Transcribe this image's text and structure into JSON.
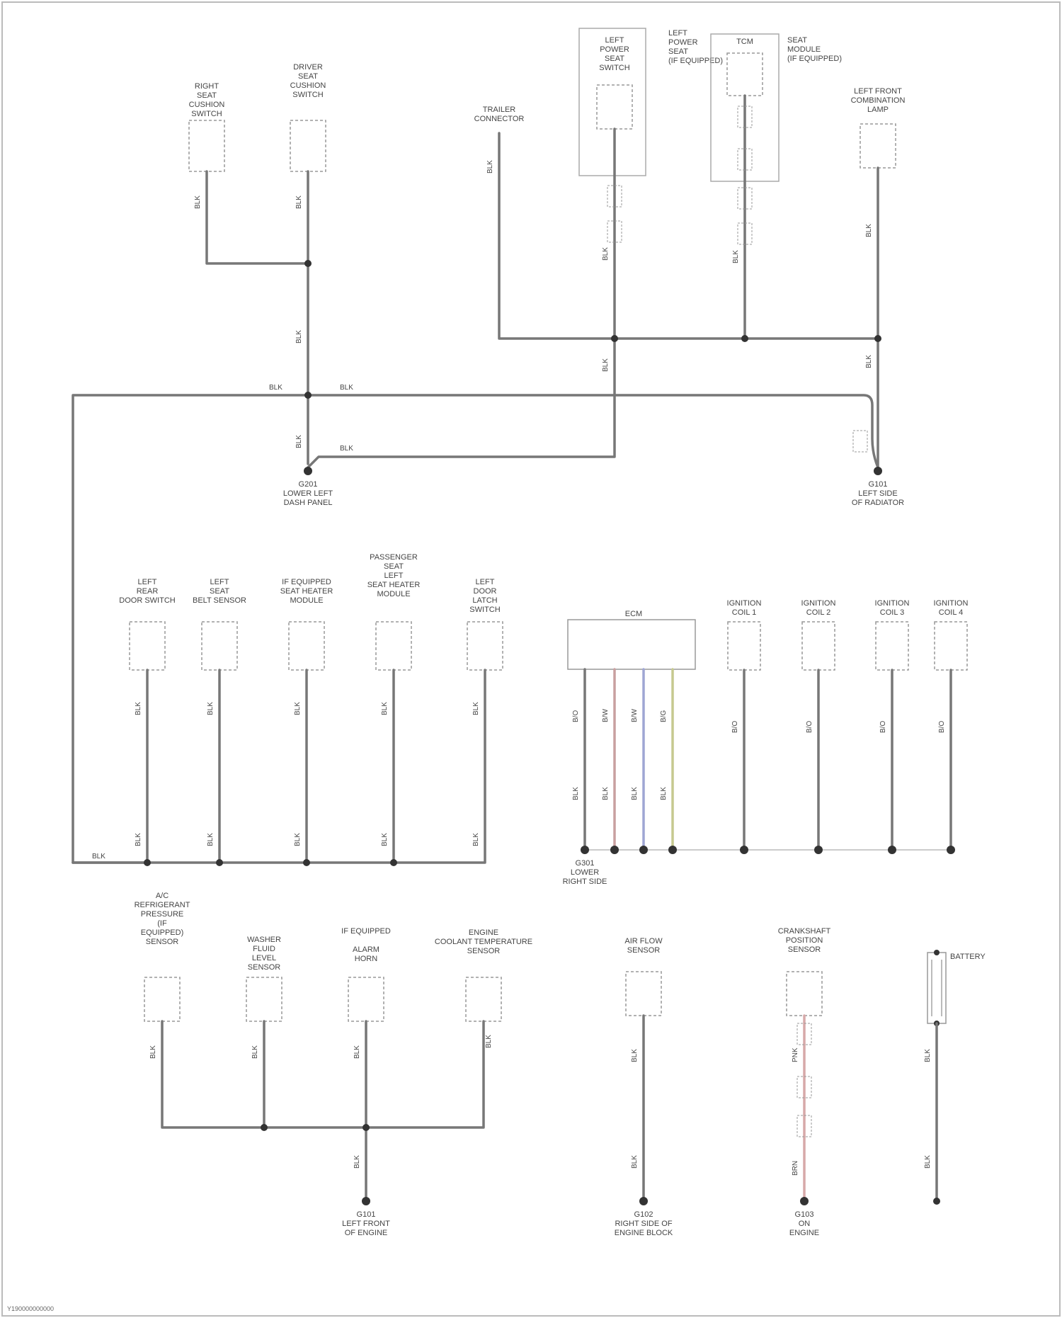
{
  "diagram": {
    "footer_code": "Y190000000000",
    "components": {
      "c_sw1": [
        "RIGHT",
        "SEAT",
        "CUSHION",
        "SWITCH"
      ],
      "c_sw2": [
        "DRIVER",
        "SEAT",
        "CUSHION",
        "SWITCH"
      ],
      "c_trailer": [
        "TRAILER",
        "CONNECTOR"
      ],
      "c_lpw": [
        "LEFT",
        "POWER",
        "SEAT",
        "SWITCH"
      ],
      "c_lpw_note": [
        "LEFT",
        "POWER",
        "SEAT",
        "(IF EQUIPPED)"
      ],
      "c_ecu": [
        "TCM"
      ],
      "c_ecu_note": [
        "SEAT",
        "MODULE",
        "(IF EQUIPPED)"
      ],
      "c_lfc": [
        "LEFT FRONT",
        "COMBINATION",
        "LAMP"
      ],
      "m_lrd": [
        "LEFT",
        "REAR",
        "DOOR SWITCH"
      ],
      "m_lds": [
        "LEFT",
        "SEAT",
        "BELT SENSOR"
      ],
      "m_ifm": [
        "IF EQUIPPED",
        "SEAT HEATER",
        "MODULE"
      ],
      "m_pass": [
        "PASSENGER",
        "SEAT",
        "LEFT",
        "SEAT HEATER",
        "MODULE"
      ],
      "m_lrg": [
        "LEFT",
        "DOOR",
        "LATCH",
        "SWITCH"
      ],
      "m_ecm": [
        "ECM"
      ],
      "m_ig1": [
        "IGNITION",
        "COIL 1"
      ],
      "m_ig2": [
        "IGNITION",
        "COIL 2"
      ],
      "m_ig3": [
        "IGNITION",
        "COIL 3"
      ],
      "m_ig4": [
        "IGNITION",
        "COIL 4"
      ],
      "b_ac": [
        "A/C",
        "REFRIGERANT",
        "PRESSURE",
        "(IF",
        "EQUIPPED)",
        "SENSOR"
      ],
      "b_wash": [
        "WASHER",
        "FLUID",
        "LEVEL",
        "SENSOR"
      ],
      "b_horn": [
        "IF EQUIPPED",
        "",
        "ALARM",
        "HORN"
      ],
      "b_ahs": [
        "ENGINE",
        "COOLANT TEMPERATURE",
        "SENSOR"
      ],
      "b_oxy": [
        "AIR FLOW",
        "SENSOR"
      ],
      "b_tcs": [
        "CRANKSHAFT",
        "POSITION",
        "SENSOR"
      ],
      "b_batt": [
        "BATTERY"
      ]
    },
    "grounds": {
      "g1": [
        "G201",
        "LOWER LEFT",
        "DASH PANEL"
      ],
      "g2": [
        "G101",
        "LEFT SIDE",
        "OF RADIATOR"
      ],
      "g3": [
        "G301",
        "LOWER",
        "RIGHT SIDE"
      ],
      "g4": [
        "G101",
        "LEFT FRONT",
        "OF ENGINE"
      ],
      "g5": [
        "G102",
        "RIGHT SIDE OF",
        "ENGINE BLOCK"
      ],
      "g6": [
        "G103",
        "ON",
        "ENGINE"
      ]
    },
    "wire_labels": {
      "blk": "BLK",
      "bo": "B/O",
      "bw": "B/W",
      "bg": "B/G",
      "bn": "BRN",
      "pnk": "PNK"
    }
  }
}
